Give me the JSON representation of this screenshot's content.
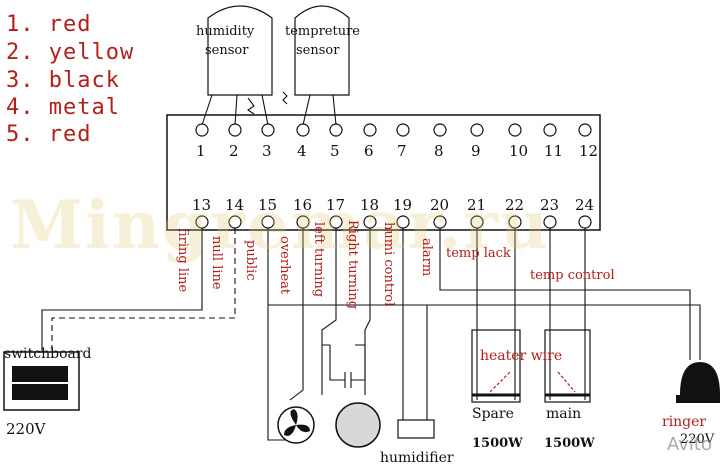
{
  "legend": [
    "1. red",
    "2. yellow",
    "3. black",
    "4. metal",
    "5. red"
  ],
  "sensors": {
    "humidity": [
      "humidity",
      "sensor"
    ],
    "temperature": [
      "tempreture",
      "sensor"
    ]
  },
  "pins_top": [
    "1",
    "2",
    "3",
    "4",
    "5",
    "6",
    "7",
    "8",
    "9",
    "10",
    "11",
    "12"
  ],
  "pins_bottom": [
    "13",
    "14",
    "15",
    "16",
    "17",
    "18",
    "19",
    "20",
    "21",
    "22",
    "23",
    "24"
  ],
  "wire_labels": {
    "firing_line": "firing line",
    "null_line": "null line",
    "public": "public",
    "overheat": "overheat",
    "left_turning": "left turning",
    "right_turning": "Right turning",
    "humi_control": "humi control",
    "alarm": "alarm",
    "temp_lack": "temp lack",
    "temp_control": "temp control"
  },
  "devices": {
    "switchboard": "switchboard",
    "switchboard_voltage": "220V",
    "heater_wire": "heater wire",
    "spare": "Spare",
    "spare_power": "1500W",
    "main": "main",
    "main_power": "1500W",
    "humidifier": "humidifier",
    "ringer": "ringer",
    "ringer_voltage": "220V"
  },
  "watermark": "Mingremar.ru",
  "avito_badge": "Avito"
}
